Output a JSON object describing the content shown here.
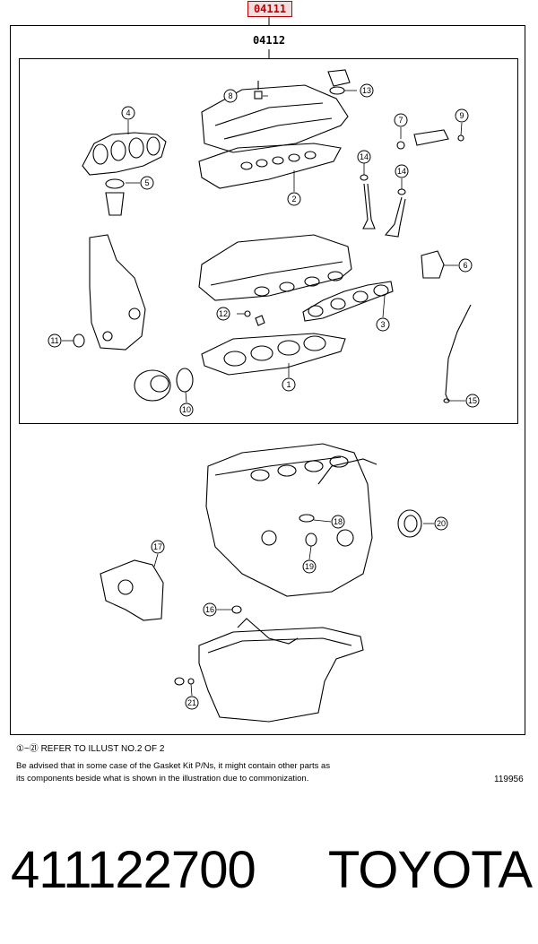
{
  "diagram": {
    "top_code": "04111",
    "inner_code": "04112",
    "callouts": [
      "1",
      "2",
      "3",
      "4",
      "5",
      "6",
      "7",
      "8",
      "9",
      "10",
      "11",
      "12",
      "13",
      "14",
      "14",
      "15",
      "16",
      "17",
      "18",
      "19",
      "20",
      "21"
    ]
  },
  "notes": {
    "refer": "①~㉑ REFER TO ILLUST NO.2 OF 2",
    "advice_line1": "Be advised that in some case of the Gasket Kit P/Ns,  it might contain other parts as",
    "advice_line2": "its components beside what is shown in the illustration due to commonization.",
    "figure_number": "119956"
  },
  "product": {
    "part_number": "411122700",
    "brand": "TOYOTA"
  }
}
